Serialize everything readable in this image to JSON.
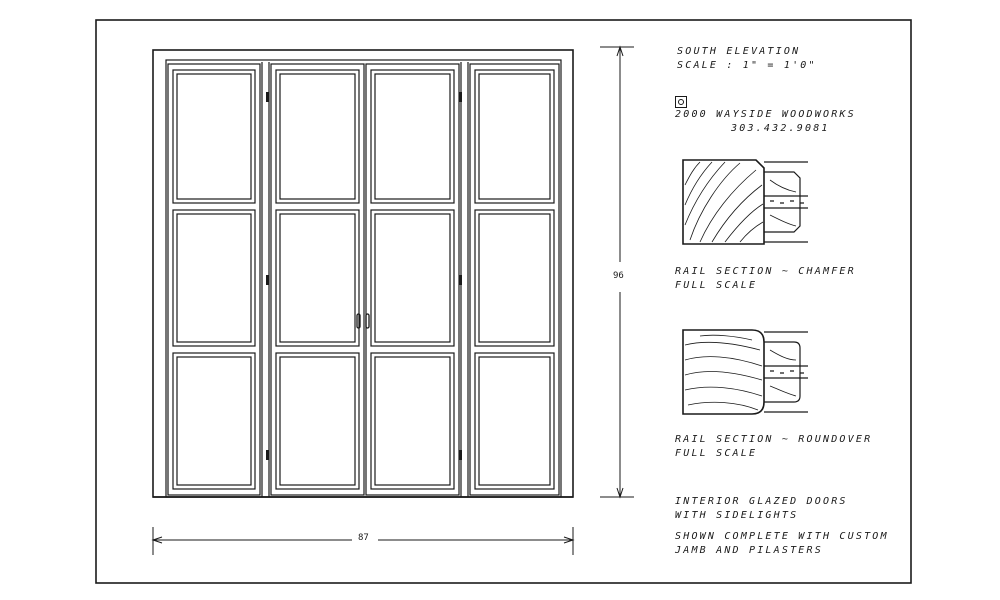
{
  "title_block": {
    "line1": "SOUTH ELEVATION",
    "line2": "SCALE : 1\" = 1'0\""
  },
  "maker": {
    "year": "2000",
    "name": "WAYSIDE WOODWORKS",
    "phone": "303.432.9081"
  },
  "sections": [
    {
      "label": "RAIL SECTION ~ CHAMFER",
      "scale": "FULL SCALE"
    },
    {
      "label": "RAIL SECTION ~ ROUNDOVER",
      "scale": "FULL SCALE"
    }
  ],
  "description": {
    "line1": "INTERIOR GLAZED DOORS",
    "line2": "WITH SIDELIGHTS",
    "line3": "SHOWN COMPLETE WITH CUSTOM",
    "line4": "JAMB AND PILASTERS"
  },
  "dimensions": {
    "width": "87",
    "height": "96"
  }
}
